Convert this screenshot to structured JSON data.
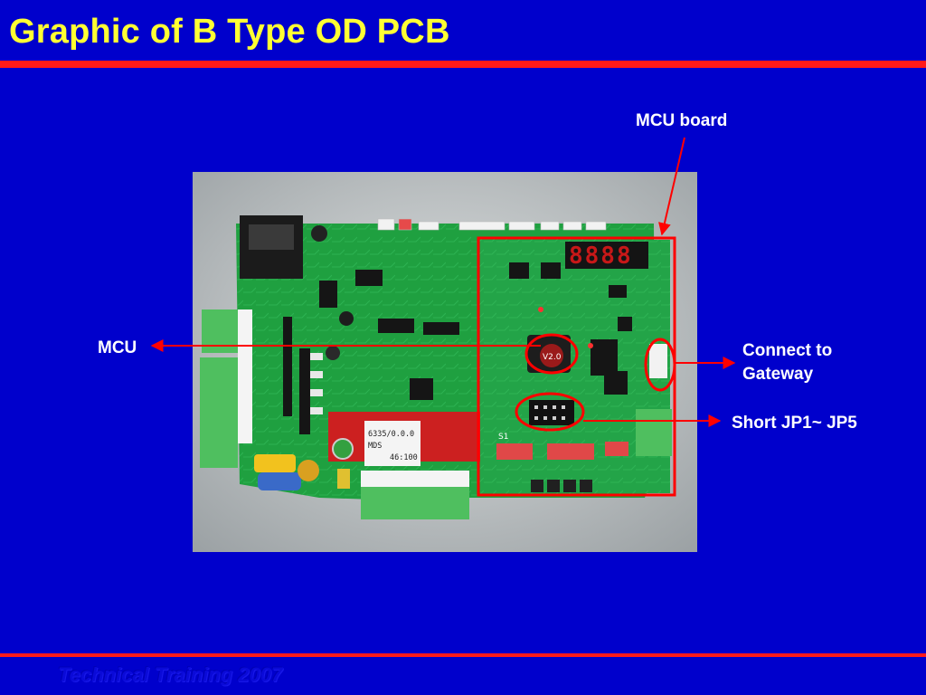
{
  "slide": {
    "title": "Graphic of B Type OD PCB",
    "footer": "Technical Training 2007"
  },
  "photo": {
    "alt": "Photograph of a green B Type OD PCB with an MCU board section outlined in red"
  },
  "callouts": {
    "mcu_board": "MCU board",
    "mcu": "MCU",
    "gateway_line1": "Connect to",
    "gateway_line2": "Gateway",
    "short_jp": "Short JP1~ JP5"
  },
  "pcb_labels": {
    "display": "8888",
    "sticker_line1": "6335/0.0.0",
    "sticker_line2": "MDS",
    "sticker_line3": "46:100",
    "chip": "V2.0",
    "switch_label": "S1"
  },
  "colors": {
    "background": "#0000cc",
    "title": "#ffff33",
    "rule": "#ff1a1a",
    "callout": "#ff0000",
    "pcb_green": "#1fa040"
  }
}
